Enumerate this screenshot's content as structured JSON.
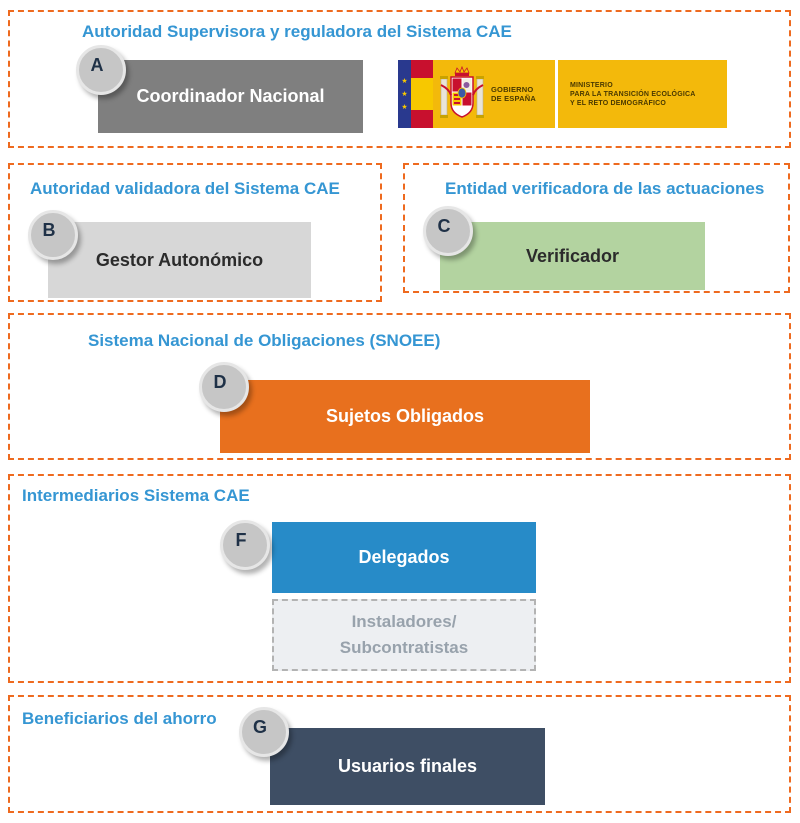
{
  "colors": {
    "panel_border_orange": "#EE6A1F",
    "section_title_blue": "#3596D3",
    "coordinador_gray": "#7F7F7F",
    "gestor_light_gray": "#D7D7D7",
    "verificador_green": "#B3D3A0",
    "sujetos_orange": "#E8701E",
    "delegados_blue": "#278BC8",
    "usuarios_navy": "#3E4E64",
    "instaladores_fill": "#EDEFF2",
    "badge_gray": "#C6C6C6",
    "logo_yellow": "#F3B90B",
    "flag_red": "#C8102E",
    "flag_yellow": "#F7C800",
    "eu_blue": "#29398E"
  },
  "sections": {
    "supervisora": {
      "title": "Autoridad Supervisora y reguladora del Sistema CAE",
      "badge": "A",
      "box": "Coordinador Nacional"
    },
    "validadora": {
      "title": "Autoridad validadora del Sistema CAE",
      "badge": "B",
      "box": "Gestor Autonómico"
    },
    "verificadora": {
      "title": "Entidad verificadora de las actuaciones",
      "badge": "C",
      "box": "Verificador"
    },
    "snoee": {
      "title": "Sistema Nacional de Obligaciones (SNOEE)",
      "badge": "D",
      "box": "Sujetos Obligados"
    },
    "intermediarios": {
      "title": "Intermediarios Sistema CAE",
      "badge": "F",
      "box": "Delegados",
      "sub_box_line1": "Instaladores/",
      "sub_box_line2": "Subcontratistas"
    },
    "beneficiarios": {
      "title": "Beneficiarios del ahorro",
      "badge": "G",
      "box": "Usuarios finales"
    }
  },
  "logo": {
    "gobierno_line1": "GOBIERNO",
    "gobierno_line2": "DE ESPAÑA",
    "ministerio_line1": "MINISTERIO",
    "ministerio_line2": "PARA LA TRANSICIÓN ECOLÓGICA",
    "ministerio_line3": "Y EL RETO DEMOGRÁFICO"
  }
}
